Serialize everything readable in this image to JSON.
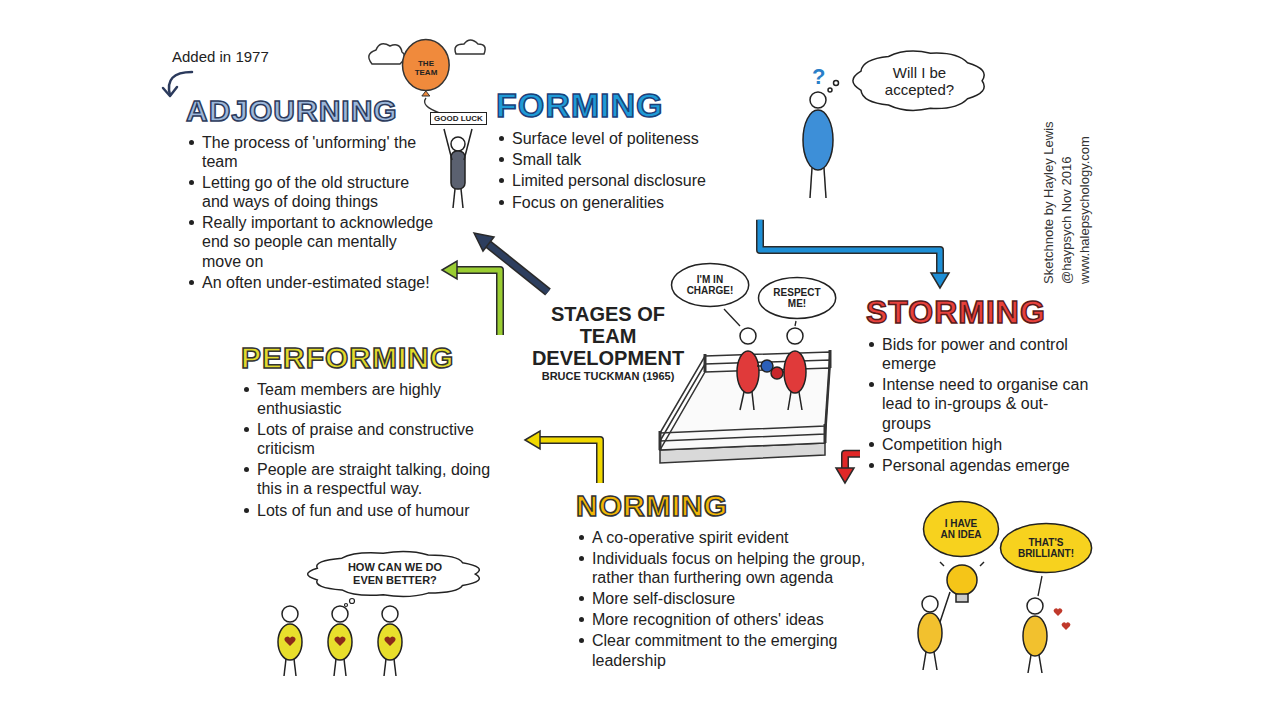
{
  "diagram": {
    "title": "STAGES OF TEAM DEVELOPMENT",
    "nodes": [
      {
        "text": [
          "ADJOURNING",
          "The process of 'unforming' the team",
          "Letting go of the old structure and ways of doing things",
          "Really important to acknowledge end so people can mentally move on",
          "An often under-estimated stage!"
        ]
      },
      {
        "text": [
          "THE TEAM"
        ]
      },
      {
        "text": [
          "GOOD LUCK"
        ]
      },
      {
        "text": [
          "FORMING",
          "Surface level of politeness",
          "Small talk",
          "Limited personal disclosure",
          "Focus on generalities"
        ]
      },
      {
        "text": [
          "Will I be accepted?"
        ]
      },
      {
        "text": [
          "STORMING",
          "Bids for power and control emerge",
          "Intense need to organise can lead to in-groups & out-groups",
          "Competition high",
          "Personal agendas emerge"
        ]
      },
      {
        "text": [
          "I'M IN CHARGE!"
        ]
      },
      {
        "text": [
          "RESPECT ME!"
        ]
      },
      {
        "text": [
          "PERFORMING",
          "Team members are highly enthusiastic",
          "Lots of praise and constructive criticism",
          "People are straight talking, doing this in a respectful way.",
          "Lots of fun and use of humour"
        ]
      },
      {
        "text": [
          "NORMING",
          "A co-operative spirit evident",
          "Individuals focus on helping the group, rather than furthering own agenda",
          "More self-disclosure",
          "More recognition of others' ideas",
          "Clear commitment to the emerging leadership"
        ]
      },
      {
        "text": [
          "HOW CAN WE DO EVEN BETTER?"
        ]
      },
      {
        "text": [
          "I HAVE AN IDEA"
        ]
      },
      {
        "text": [
          "THAT'S BRILLIANT!"
        ]
      }
    ],
    "edges": [
      {
        "from": 3,
        "to": 5,
        "arrow": "to"
      },
      {
        "from": 5,
        "to": 9,
        "arrow": "to"
      },
      {
        "from": 9,
        "to": 8,
        "arrow": "to"
      },
      {
        "from": 8,
        "to": 0,
        "arrow": "to"
      }
    ],
    "labels": [
      "Added in 1977",
      "?",
      "BRUCE TUCKMAN (1965)",
      "Sketchnote by Hayley Lewis",
      "@haypsych Nov 2016",
      "www.halepsychology.com"
    ]
  }
}
